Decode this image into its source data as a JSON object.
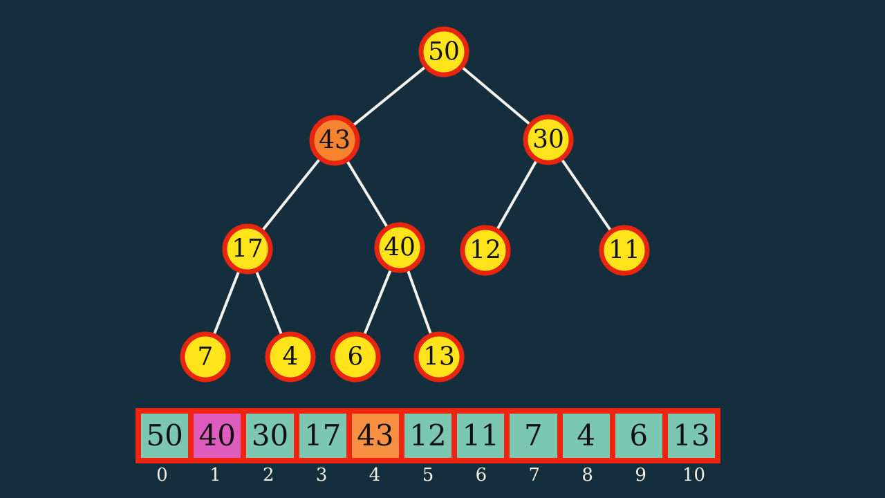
{
  "colors": {
    "background": "#142e3e",
    "node_fill_default": "#ffe41c",
    "node_fill_highlight": "#f5822d",
    "node_border": "#e8250e",
    "edge": "#f5f3ec",
    "cell_teal": "#7cc7b0",
    "cell_magenta": "#de5cbe",
    "cell_orange": "#f79043",
    "cell_border": "#ee2410",
    "node_text": "#111111",
    "index_text": "#f2eee3"
  },
  "tree": {
    "nodes": [
      {
        "value": "50",
        "fill": "#ffe41c"
      },
      {
        "value": "43",
        "fill": "#f5822d"
      },
      {
        "value": "30",
        "fill": "#ffe41c"
      },
      {
        "value": "17",
        "fill": "#ffe41c"
      },
      {
        "value": "40",
        "fill": "#ffe41c"
      },
      {
        "value": "12",
        "fill": "#ffe41c"
      },
      {
        "value": "11",
        "fill": "#ffe41c"
      },
      {
        "value": "7",
        "fill": "#ffe41c"
      },
      {
        "value": "4",
        "fill": "#ffe41c"
      },
      {
        "value": "6",
        "fill": "#ffe41c"
      },
      {
        "value": "13",
        "fill": "#ffe41c"
      }
    ]
  },
  "array": {
    "cells": [
      {
        "value": "50",
        "index": "0",
        "color": "#7cc7b0"
      },
      {
        "value": "40",
        "index": "1",
        "color": "#de5cbe"
      },
      {
        "value": "30",
        "index": "2",
        "color": "#7cc7b0"
      },
      {
        "value": "17",
        "index": "3",
        "color": "#7cc7b0"
      },
      {
        "value": "43",
        "index": "4",
        "color": "#f79043"
      },
      {
        "value": "12",
        "index": "5",
        "color": "#7cc7b0"
      },
      {
        "value": "11",
        "index": "6",
        "color": "#7cc7b0"
      },
      {
        "value": "7",
        "index": "7",
        "color": "#7cc7b0"
      },
      {
        "value": "4",
        "index": "8",
        "color": "#7cc7b0"
      },
      {
        "value": "6",
        "index": "9",
        "color": "#7cc7b0"
      },
      {
        "value": "13",
        "index": "10",
        "color": "#7cc7b0"
      }
    ]
  }
}
